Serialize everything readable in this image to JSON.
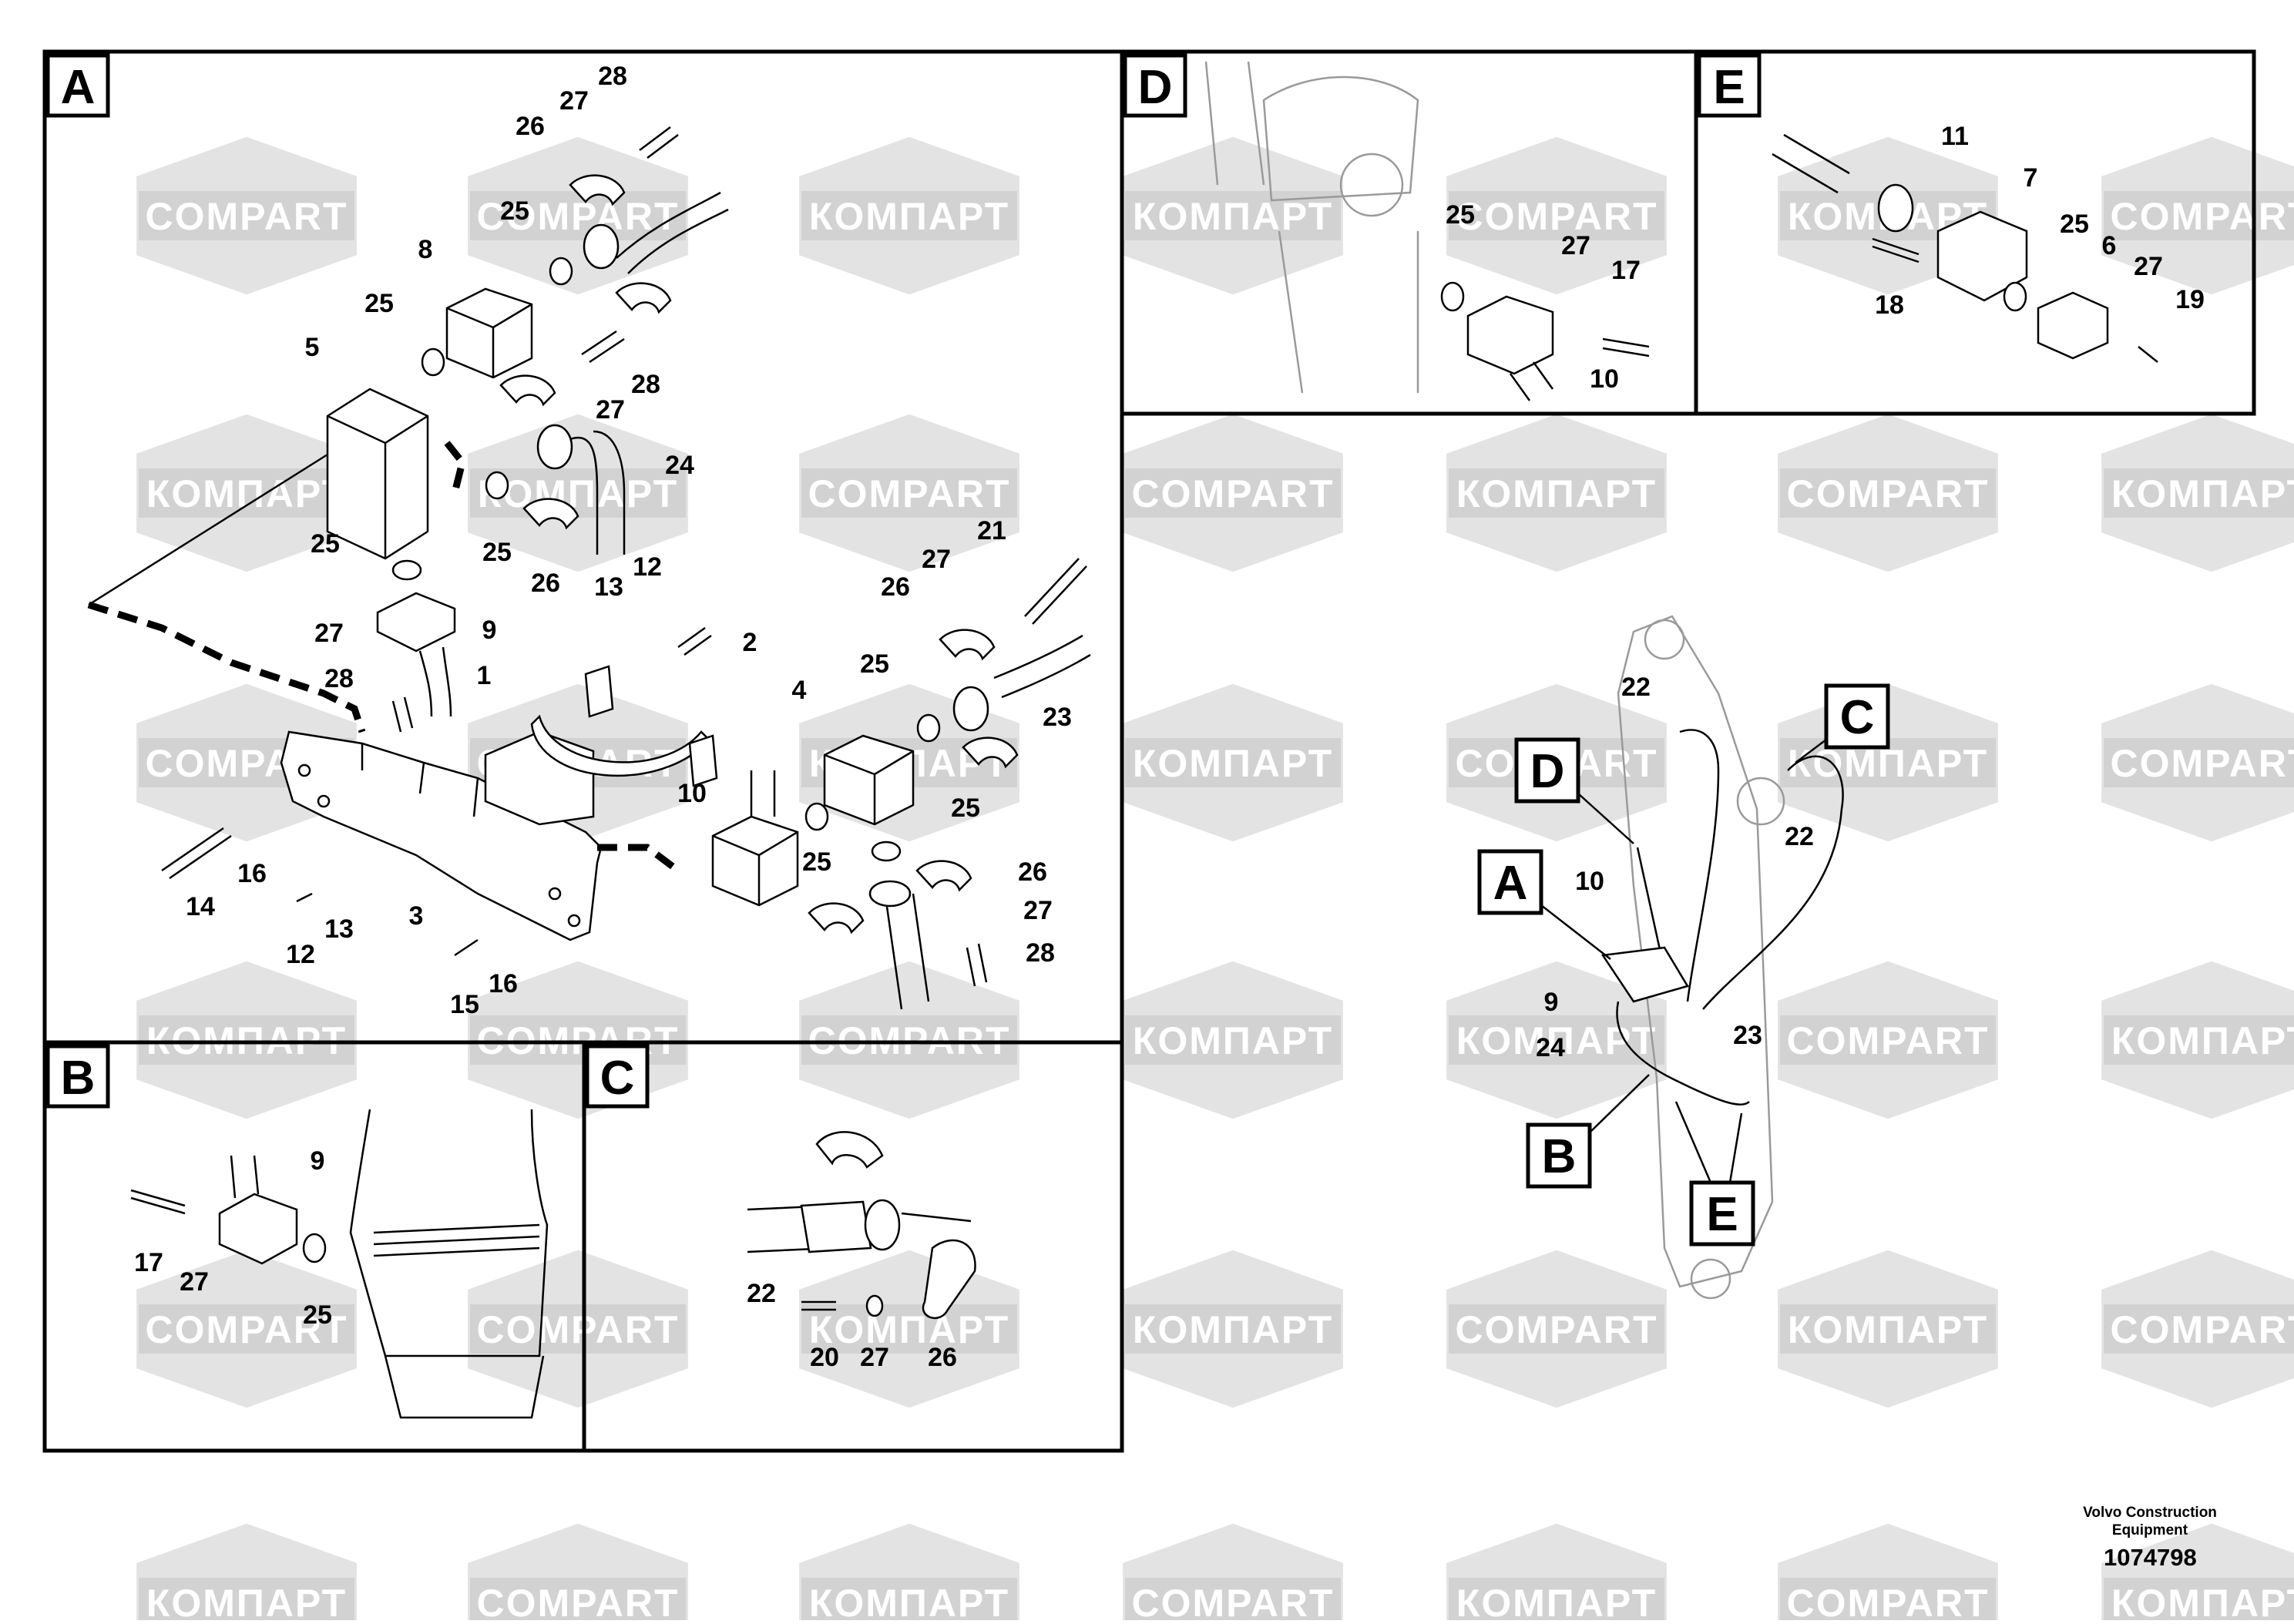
{
  "watermarks": {
    "text_a": "COMPART",
    "text_b": "КОМПАРТ"
  },
  "panels": {
    "A": {
      "letter": "A"
    },
    "B": {
      "letter": "B"
    },
    "C": {
      "letter": "C"
    },
    "D": {
      "letter": "D"
    },
    "E": {
      "letter": "E"
    }
  },
  "overview_labels": {
    "A": "A",
    "B": "B",
    "C": "C",
    "D": "D",
    "E": "E"
  },
  "callouts": {
    "A": [
      "28",
      "27",
      "26",
      "25",
      "8",
      "25",
      "5",
      "28",
      "27",
      "24",
      "25",
      "25",
      "26",
      "13",
      "12",
      "27",
      "9",
      "1",
      "2",
      "28",
      "21",
      "27",
      "26",
      "25",
      "4",
      "23",
      "10",
      "25",
      "25",
      "26",
      "27",
      "28",
      "14",
      "16",
      "12",
      "13",
      "3",
      "15",
      "16"
    ],
    "B": [
      "9",
      "17",
      "27",
      "25"
    ],
    "C": [
      "22",
      "20",
      "27",
      "26"
    ],
    "D": [
      "25",
      "27",
      "17",
      "10"
    ],
    "E": [
      "11",
      "7",
      "25",
      "6",
      "27",
      "18",
      "19"
    ],
    "overview": [
      "22",
      "22",
      "10",
      "9",
      "24",
      "23"
    ]
  },
  "footer": {
    "brand": "Volvo Construction Equipment",
    "brand_line1": "Volvo Construction",
    "brand_line2": "Equipment",
    "doc_id": "1074798"
  }
}
